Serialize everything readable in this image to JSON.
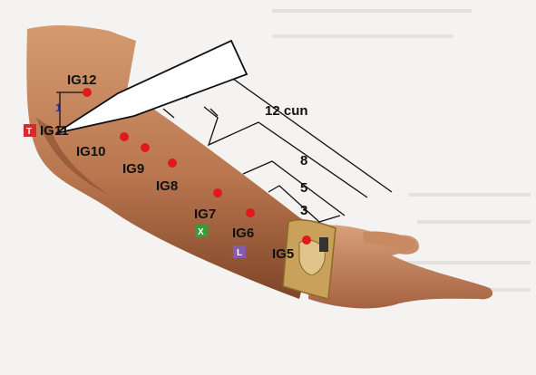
{
  "colors": {
    "background": "#f4f3f1",
    "skin_light": "#c98b64",
    "skin_dark": "#8a4f30",
    "point": "#e01a1a",
    "badge_t": "#d92a2a",
    "badge_x": "#3a9a3a",
    "badge_l": "#8a5ab0"
  },
  "points": {
    "ig12": "IG12",
    "ig11": "IG11",
    "ig10": "IG10",
    "ig9": "IG9",
    "ig8": "IG8",
    "ig7": "IG7",
    "ig6": "IG6",
    "ig5": "IG5"
  },
  "measurements": {
    "total": "12 cun",
    "m8": "8",
    "m5": "5",
    "m3": "3",
    "m1": "1"
  },
  "badges": {
    "t": "T",
    "x": "X",
    "l": "L"
  },
  "icons": {
    "pointer": "pointer-arrow-icon",
    "wrist_band": "wrist-band-icon"
  }
}
